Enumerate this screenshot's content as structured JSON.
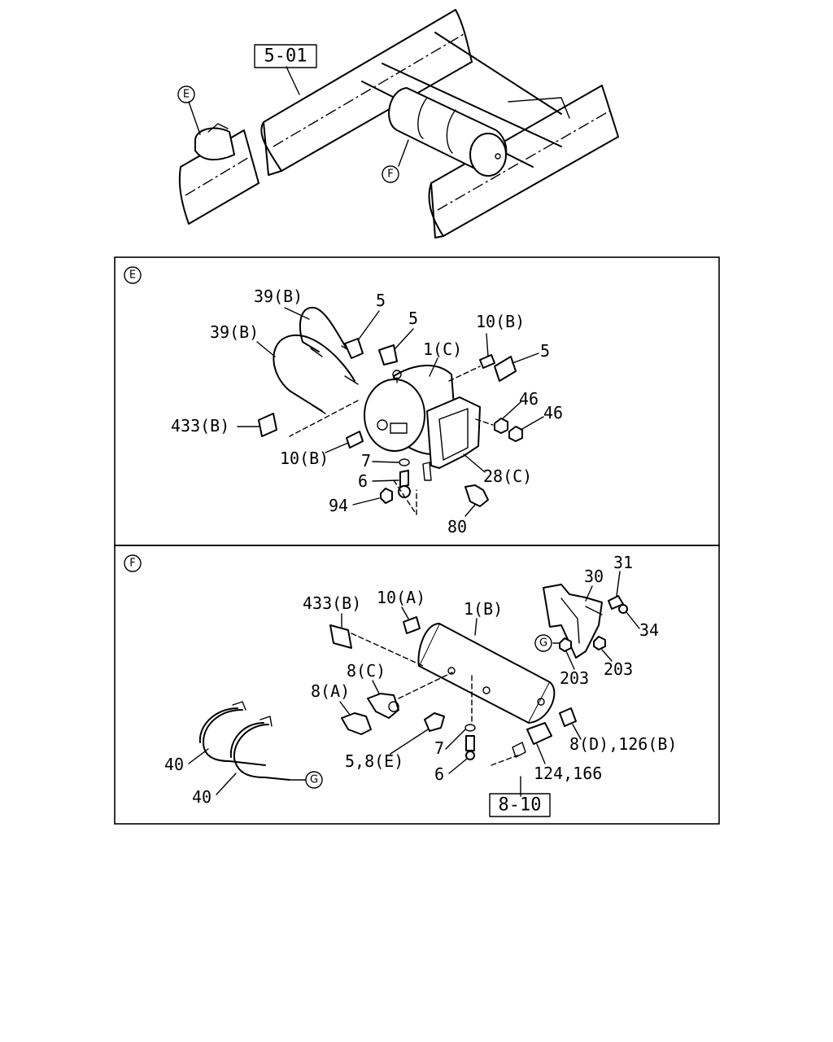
{
  "overview": {
    "ref_label": "5-01",
    "callout_e": "E",
    "callout_f": "F"
  },
  "panel_e": {
    "marker": "E",
    "labels": {
      "hose_upper": "39(B)",
      "hose_lower": "39(B)",
      "elbow_left": "5",
      "elbow_mid": "5",
      "tank": "1(C)",
      "plug_top": "10(B)",
      "elbow_right": "5",
      "nut_a": "46",
      "nut_b": "46",
      "label_plate": "433(B)",
      "plug_front": "10(B)",
      "washer": "7",
      "drain": "6",
      "bracket": "28(C)",
      "ring": "94",
      "bolt": "80"
    }
  },
  "panel_f": {
    "marker": "F",
    "labels": {
      "bracket_bolt": "31",
      "bracket": "30",
      "label_plate": "433(B)",
      "plug": "10(A)",
      "tank": "1(B)",
      "washer_34": "34",
      "marker_g_top": "G",
      "nut_203_a": "203",
      "nut_203_b": "203",
      "elbow_c": "8(C)",
      "elbow_a": "8(A)",
      "fitting_d": "8(D),126(B)",
      "connector_e": "5,8(E)",
      "washer_7": "7",
      "drain_6": "6",
      "switch": "124,166",
      "strap_upper": "40",
      "strap_lower": "40",
      "marker_g_bottom": "G",
      "ref_label": "8-10"
    }
  }
}
